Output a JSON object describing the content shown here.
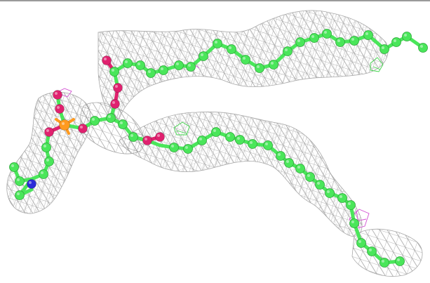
{
  "viewer": {
    "background": "#ffffff",
    "colors": {
      "mesh": "#9b9b9b",
      "mesh_small_green": "#3fd64a",
      "mesh_small_magenta": "#d24fd2",
      "carbon": "#4ae65a",
      "carbon_dark": "#2fa63b",
      "oxygen": "#e0216f",
      "phosphorus": "#ff9a1f",
      "nitrogen": "#2b2bd8"
    },
    "atoms": [
      "carbon",
      "oxygen",
      "phosphorus",
      "nitrogen"
    ],
    "icons": [
      "electron-density-mesh",
      "molecule-ball-and-stick"
    ]
  }
}
